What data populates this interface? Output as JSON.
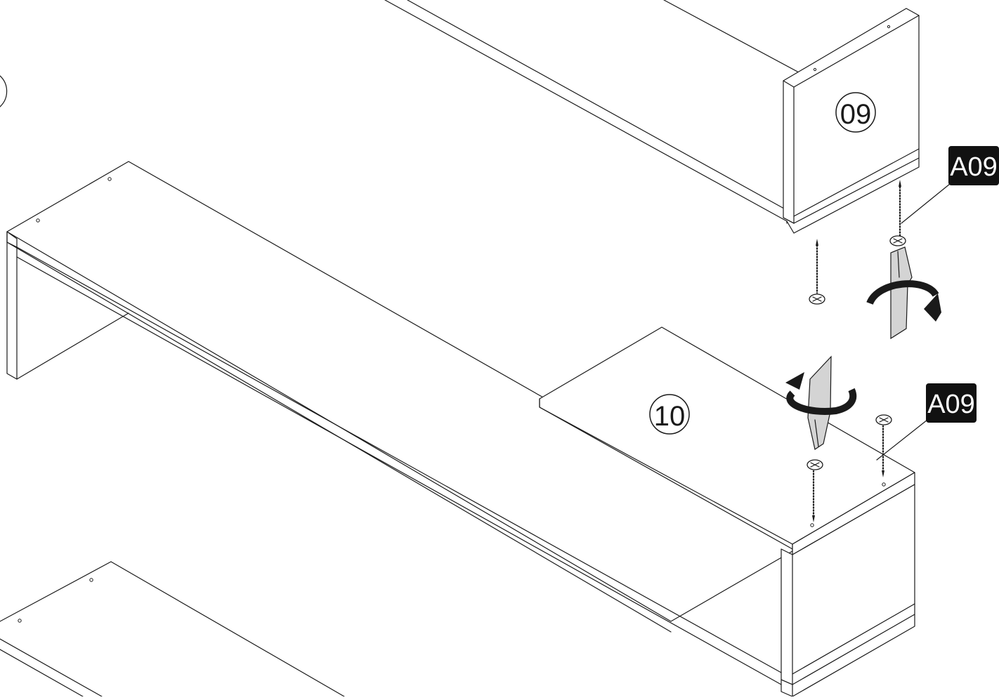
{
  "diagram": {
    "part_labels": {
      "top": "09",
      "bottom": "10"
    },
    "hardware_callouts": {
      "upper": "A09",
      "lower": "A09"
    },
    "colors": {
      "line": "#1a1a1a",
      "callout_bg": "#111111",
      "callout_text": "#ffffff",
      "screwdriver": "#d4d4d4",
      "paper": "#ffffff"
    },
    "icons": [
      "screw-icon",
      "screwdriver-icon",
      "rotation-arrow-icon"
    ]
  }
}
